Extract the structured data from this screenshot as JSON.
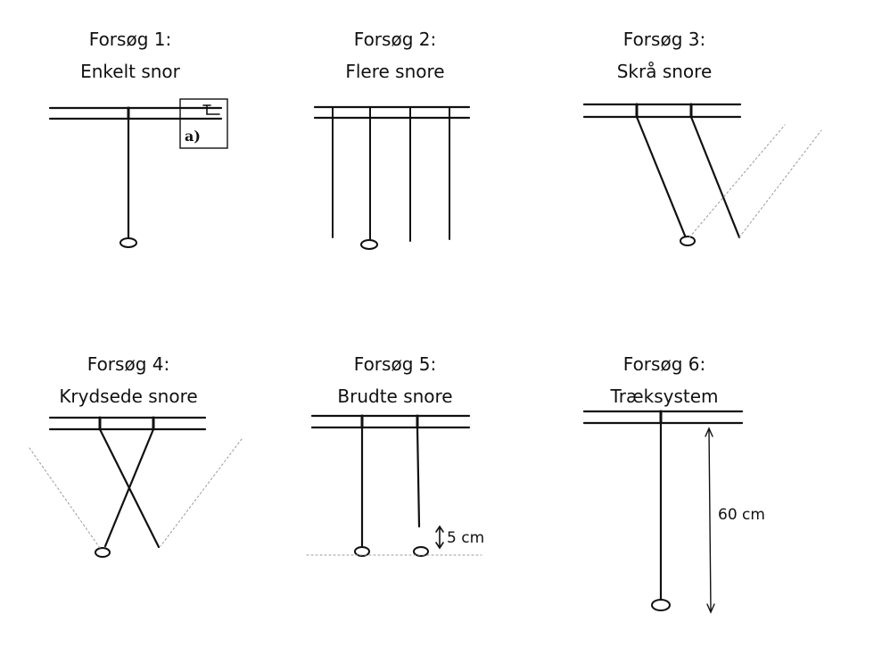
{
  "experiments": [
    {
      "title": "Forsøg 1:",
      "subtitle": "Enkelt snor",
      "inset_label": "a)"
    },
    {
      "title": "Forsøg 2:",
      "subtitle": "Flere snore"
    },
    {
      "title": "Forsøg 3:",
      "subtitle": "Skrå snore"
    },
    {
      "title": "Forsøg 4:",
      "subtitle": "Krydsede snore"
    },
    {
      "title": "Forsøg 5:",
      "subtitle": "Brudte snore",
      "gap_label": "5 cm"
    },
    {
      "title": "Forsøg 6:",
      "subtitle": "Træksystem",
      "length_label": "60 cm"
    }
  ]
}
